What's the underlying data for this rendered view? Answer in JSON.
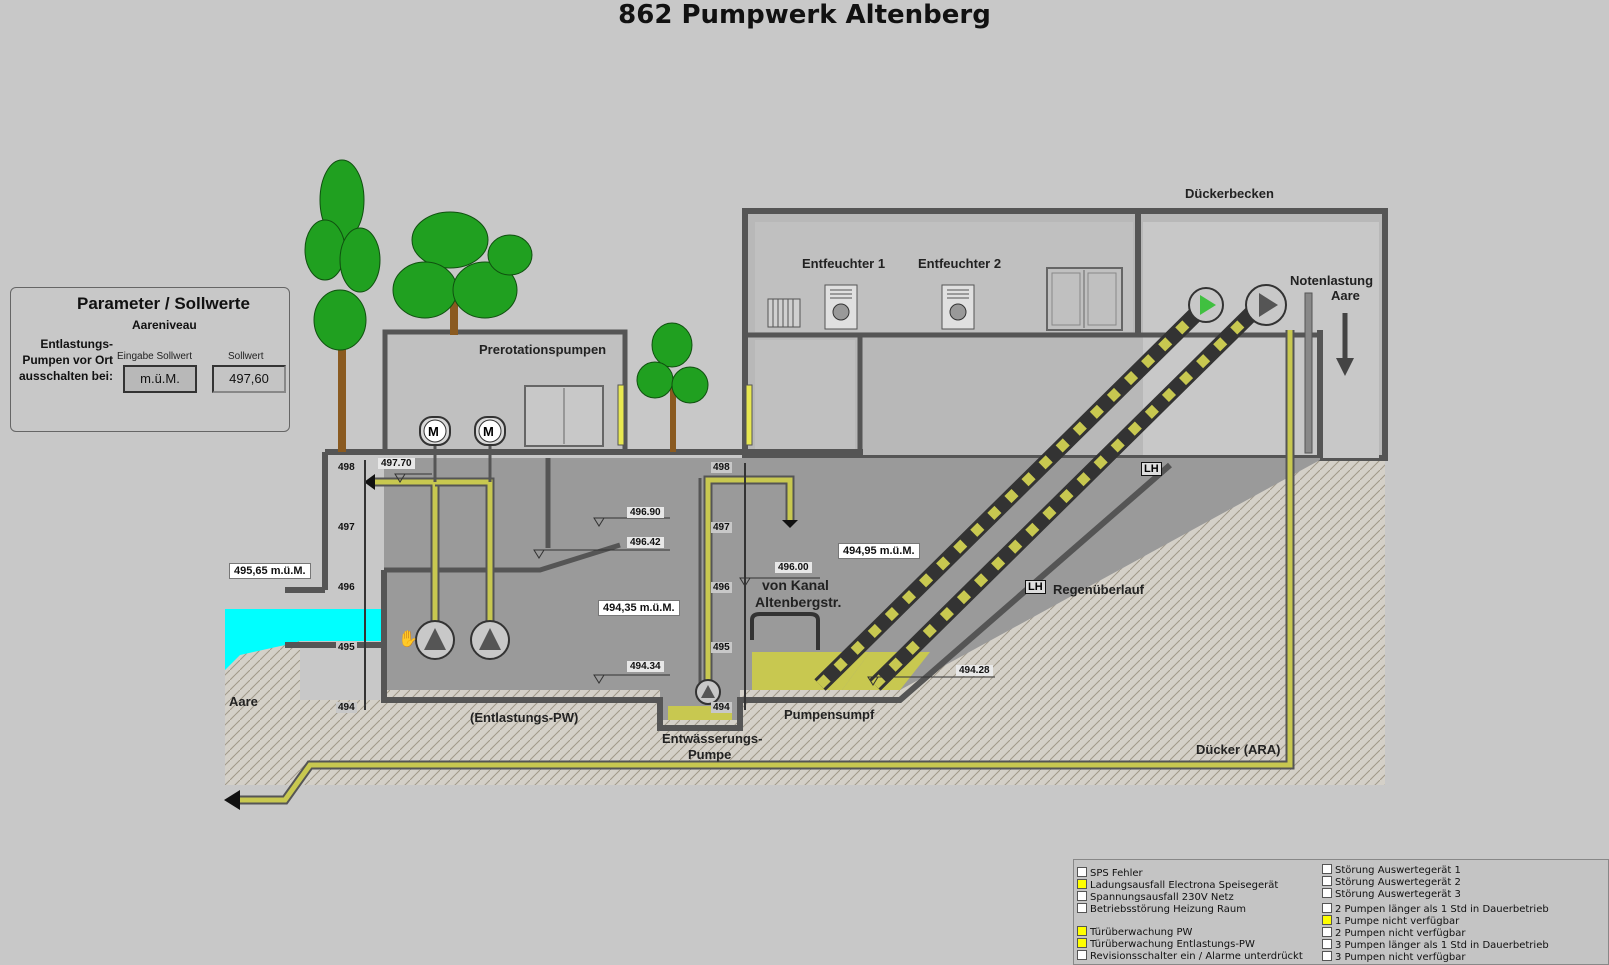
{
  "title": "862 Pumpwerk Altenberg",
  "labels": {
    "dueckerbecken": "Dückerbecken",
    "entfeuchter1": "Entfeuchter 1",
    "entfeuchter2": "Entfeuchter 2",
    "prerotationspumpen": "Prerotationspumpen",
    "notenlastung_1": "Notenlastung",
    "notenlastung_2": "Aare",
    "von_kanal_1": "von Kanal",
    "von_kanal_2": "Altenbergstr.",
    "regenueberlauf": "Regenüberlauf",
    "aare": "Aare",
    "entlastungs_pw": "(Entlastungs-PW)",
    "entwaesserung_1": "Entwässerungs-",
    "entwaesserung_2": "Pumpe",
    "pumpensumpf": "Pumpensumpf",
    "duecker_ara": "Dücker (ARA)",
    "lh1": "LH",
    "lh2": "LH"
  },
  "levels": {
    "aare": "495,65 m.ü.M.",
    "entlastung": "494,35 m.ü.M.",
    "pumpensumpf": "494,95 m.ü.M."
  },
  "marks": {
    "m497_70": "497.70",
    "m496_90": "496.90",
    "m496_42": "496.42",
    "m494_34": "494.34",
    "m496_00": "496.00",
    "m494_28": "494.28"
  },
  "scale_left": [
    "498",
    "497",
    "496",
    "495",
    "494"
  ],
  "scale_mid": [
    "498",
    "497",
    "496",
    "495",
    "494"
  ],
  "parameter": {
    "title": "Parameter / Sollwerte",
    "subtitle": "Aareniveau",
    "label_1": "Entlastungs-",
    "label_2": "Pumpen vor Ort",
    "label_3": "ausschalten bei:",
    "eingabe_label": "Eingabe  Sollwert",
    "sollwert_label": "Sollwert",
    "eingabe_value": "m.ü.M.",
    "sollwert_value": "497,60"
  },
  "alarms_left": [
    {
      "text": "SPS Fehler",
      "active": false
    },
    {
      "text": "Ladungsausfall Electrona Speisegerät",
      "active": true
    },
    {
      "text": "Spannungsausfall 230V Netz",
      "active": false
    },
    {
      "text": "Betriebsstörung Heizung Raum",
      "active": false
    },
    {
      "text": "Türüberwachung PW",
      "active": true
    },
    {
      "text": "Türüberwachung Entlastungs-PW",
      "active": true
    },
    {
      "text": "Revisionsschalter ein / Alarme unterdrückt",
      "active": false
    }
  ],
  "alarms_right": [
    {
      "text": "Störung Auswertegerät 1",
      "active": false
    },
    {
      "text": "Störung Auswertegerät 2",
      "active": false
    },
    {
      "text": "Störung Auswertegerät 3",
      "active": false
    },
    {
      "text": "2 Pumpen länger als 1 Std in Dauerbetrieb",
      "active": false
    },
    {
      "text": "1 Pumpe nicht verfügbar",
      "active": true
    },
    {
      "text": "2 Pumpen nicht verfügbar",
      "active": false
    },
    {
      "text": "3 Pumpen länger als 1 Std in Dauerbetrieb",
      "active": false
    },
    {
      "text": "3 Pumpen nicht verfügbar",
      "active": false
    }
  ],
  "colors": {
    "water": "#00ffff",
    "sludge": "#c8c850",
    "pipe": "#c8c850",
    "pump_running": "#40c040",
    "tree": "#20a020"
  }
}
